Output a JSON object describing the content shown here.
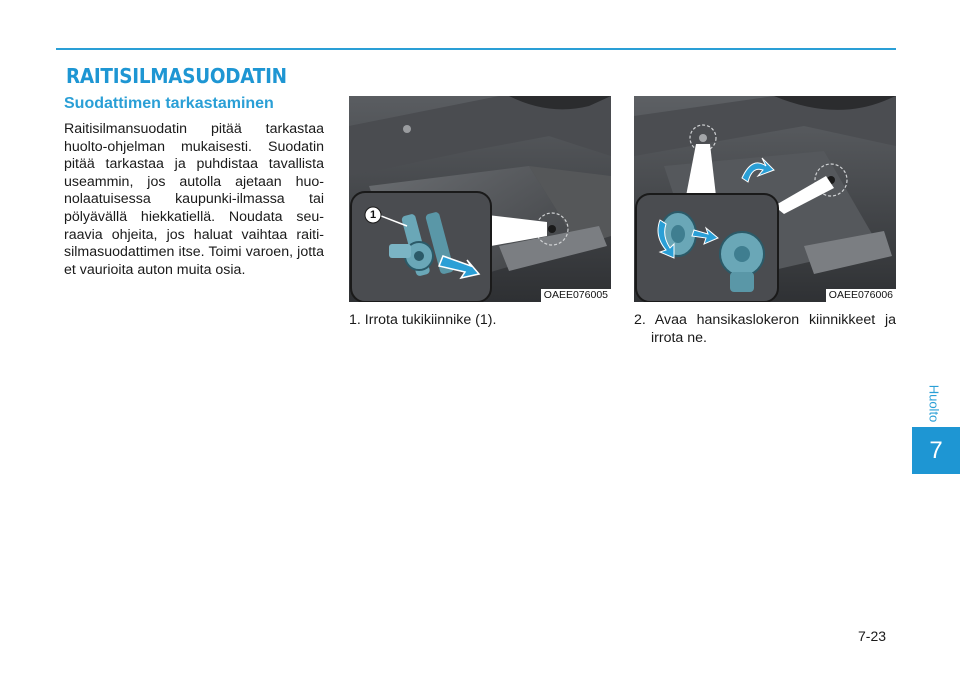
{
  "header": {
    "section_title": "RAITISILMASUODATIN",
    "subsection_title": "Suodattimen tarkastaminen"
  },
  "body": {
    "paragraph": "Raitisilmansuodatin pitää tarkastaa huolto-ohjelman mukaisesti. Suodatin pitää tarkastaa ja puhdistaa tavallista useammin, jos autolla ajetaan huo­nolaatuisessa kaupunki-ilmassa tai pölyävällä hiekkatiellä. Noudata seu­raavia ohjeita, jos haluat vaihtaa raiti­silmasuodattimen itse. Toimi varoen, jotta et vaurioita auton muita osia."
  },
  "figures": [
    {
      "code": "OAEE076005",
      "caption": "1. Irrota tukikiinnike (1).",
      "callout_label": "1",
      "icon": "support-bracket-illustration"
    },
    {
      "code": "OAEE076006",
      "caption": "2. Avaa hansikaslokeron kiinnikkeet ja irrota ne.",
      "icon": "glovebox-fastener-illustration"
    }
  ],
  "sidebar": {
    "chapter_label": "Huolto",
    "chapter_number": "7"
  },
  "footer": {
    "page_number": "7-23"
  },
  "colors": {
    "accent": "#1e96d3",
    "photo_bg": "#3b3d40",
    "part_blue": "#6aa7b7"
  }
}
